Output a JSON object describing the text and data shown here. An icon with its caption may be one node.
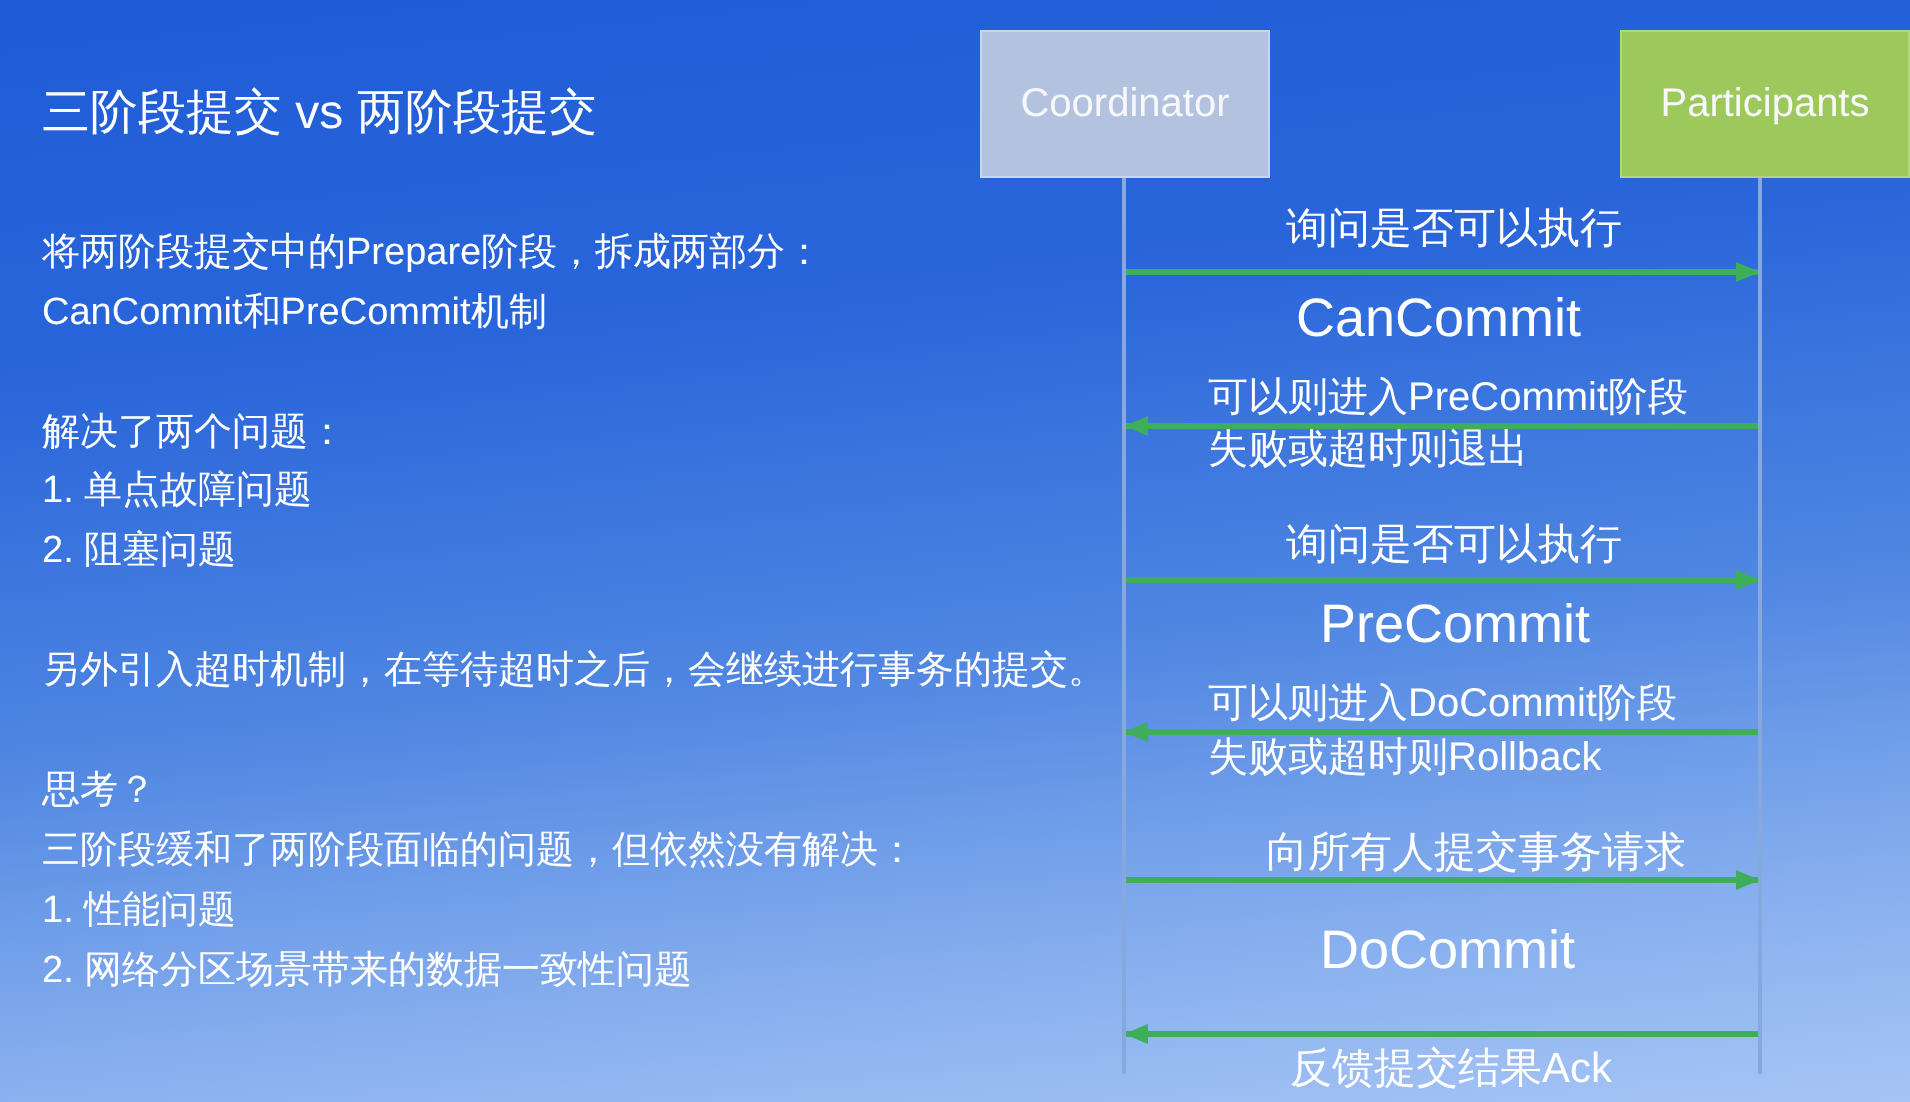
{
  "diagram": {
    "title": "三阶段提交 vs 两阶段提交",
    "nodes": [
      {
        "text": [
          "Coordinator"
        ]
      },
      {
        "text": [
          "Participants"
        ]
      },
      {
        "text": [],
        "shape": "bar"
      },
      {
        "text": [],
        "shape": "bar"
      }
    ],
    "edges": [
      {
        "from": 2,
        "to": 3,
        "arrow": "to",
        "label": "询问是否可以执行"
      },
      {
        "from": 3,
        "to": 2,
        "arrow": "to",
        "label": "可以则进入PreCommit阶段失败或超时则退出"
      },
      {
        "from": 2,
        "to": 3,
        "arrow": "to",
        "label": "询问是否可以执行"
      },
      {
        "from": 3,
        "to": 2,
        "arrow": "to",
        "label": "可以则进入DoCommit阶段失败或超时则Rollback"
      },
      {
        "from": 2,
        "to": 3,
        "arrow": "to",
        "label": "向所有人提交事务请求"
      },
      {
        "from": 3,
        "to": 2,
        "arrow": "to",
        "label": "反馈提交结果Ack"
      }
    ],
    "labels": [
      "将两阶段提交中的Prepare阶段，拆成两部分：",
      "CanCommit和PreCommit机制",
      "解决了两个问题：",
      "1. 单点故障问题",
      "2. 阻塞问题",
      "另外引入超时机制，在等待超时之后，会继续进行事务的提交。",
      "思考？",
      "三阶段缓和了两阶段面临的问题，但依然没有解决：",
      "1. 性能问题",
      "2. 网络分区场景带来的数据一致性问题",
      "CanCommit",
      "PreCommit",
      "DoCommit"
    ]
  }
}
